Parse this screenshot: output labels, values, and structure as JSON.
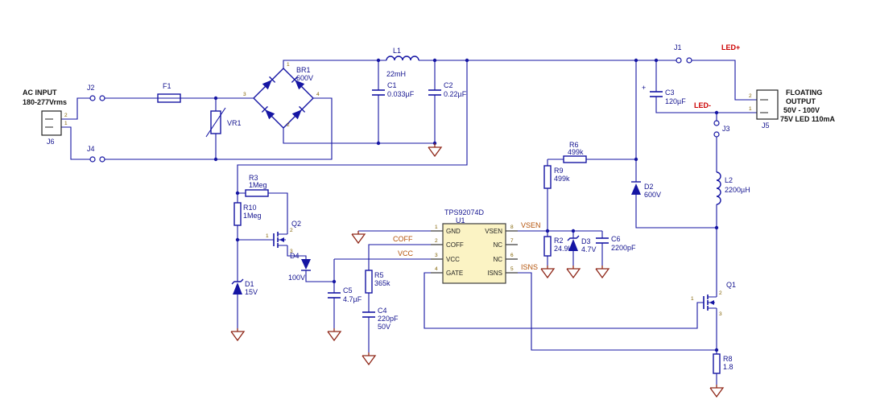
{
  "colors": {
    "wire": "#1515a3",
    "label": "#13138f",
    "net_label": "#b4530a",
    "power_label": "#cc0000",
    "ground": "#8f2718",
    "ic_fill": "#fbf3c4",
    "ic_border": "#3c3c3c",
    "pin_number": "#806000",
    "text": "#111111"
  },
  "notes": {
    "ac_input": [
      "AC INPUT",
      "180-277Vrms"
    ],
    "floating_output": [
      "FLOATING",
      "OUTPUT",
      "50V - 100V",
      "75V LED 110mA"
    ]
  },
  "net_labels": {
    "coff": "COFF",
    "vcc": "VCC",
    "vsen": "VSEN",
    "isns": "ISNS",
    "led_plus": "LED+",
    "led_minus": "LED-"
  },
  "components": {
    "J6": {
      "ref": "J6",
      "pin_top": "2",
      "pin_bottom": "1"
    },
    "J2": {
      "ref": "J2"
    },
    "J4": {
      "ref": "J4"
    },
    "F1": {
      "ref": "F1"
    },
    "VR1": {
      "ref": "VR1"
    },
    "BR1": {
      "ref": "BR1",
      "value": "600V",
      "pin_top": "1",
      "pin_bottom": "2",
      "pin_left": "3",
      "pin_right": "4"
    },
    "L1": {
      "ref": "L1",
      "value": "22mH"
    },
    "C1": {
      "ref": "C1",
      "value": "0.033µF"
    },
    "C2": {
      "ref": "C2",
      "value": "0.22µF"
    },
    "J1": {
      "ref": "J1"
    },
    "C3": {
      "ref": "C3",
      "value": "120µF",
      "polarity": "+"
    },
    "J5": {
      "ref": "J5",
      "pin_top": "2",
      "pin_bottom": "1"
    },
    "J3": {
      "ref": "J3"
    },
    "L2": {
      "ref": "L2",
      "value": "2200µH"
    },
    "R6": {
      "ref": "R6",
      "value": "499k"
    },
    "R9": {
      "ref": "R9",
      "value": "499k"
    },
    "D2": {
      "ref": "D2",
      "value": "600V"
    },
    "R3": {
      "ref": "R3",
      "value": "1Meg"
    },
    "R10": {
      "ref": "R10",
      "value": "1Meg"
    },
    "Q2": {
      "ref": "Q2",
      "pin_gate": "1",
      "pin_drain": "2",
      "pin_source": "3"
    },
    "D4": {
      "ref": "D4",
      "value": "100V"
    },
    "D1": {
      "ref": "D1",
      "value": "15V"
    },
    "C5": {
      "ref": "C5",
      "value": "4.7µF"
    },
    "R5": {
      "ref": "R5",
      "value": "365k"
    },
    "C4": {
      "ref": "C4",
      "value": "220pF",
      "value2": "50V"
    },
    "R2": {
      "ref": "R2",
      "value": "24.9k"
    },
    "D3": {
      "ref": "D3",
      "value": "4.7V"
    },
    "C6": {
      "ref": "C6",
      "value": "2200pF"
    },
    "Q1": {
      "ref": "Q1",
      "pin_gate": "1",
      "pin_drain": "2",
      "pin_source": "3"
    },
    "R8": {
      "ref": "R8",
      "value": "1.8"
    }
  },
  "ic": {
    "ref": "U1",
    "value": "TPS92074D",
    "left_pins": [
      {
        "num": "1",
        "name": "GND"
      },
      {
        "num": "2",
        "name": "COFF"
      },
      {
        "num": "3",
        "name": "VCC"
      },
      {
        "num": "4",
        "name": "GATE"
      }
    ],
    "right_pins": [
      {
        "num": "8",
        "name": "VSEN"
      },
      {
        "num": "7",
        "name": "NC"
      },
      {
        "num": "6",
        "name": "NC"
      },
      {
        "num": "5",
        "name": "ISNS"
      }
    ]
  }
}
